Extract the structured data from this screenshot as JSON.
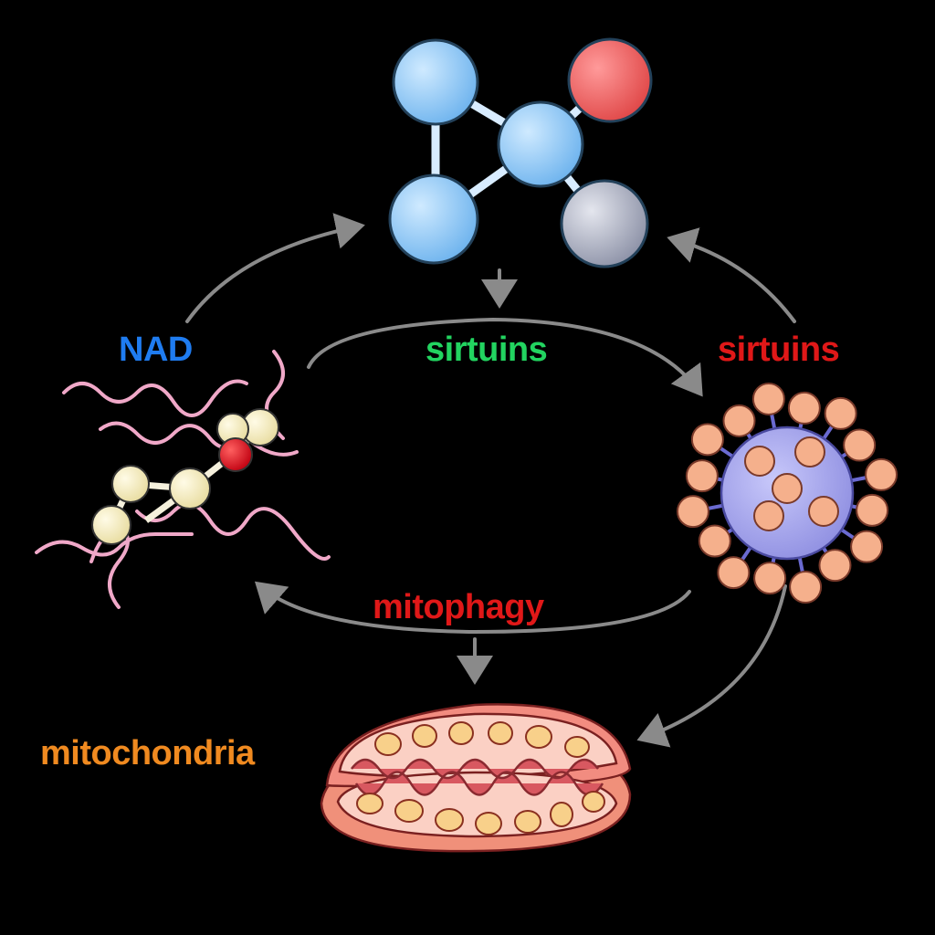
{
  "labels": {
    "nad": "NAD",
    "sirtuins_center": "sirtuins",
    "sirtuins_right": "sirtuins",
    "mitophagy": "mitophagy",
    "mitochondria": "mitochondria"
  },
  "colors": {
    "nad": "#1f7cf0",
    "sirtuins_center": "#22d460",
    "sirtuins_right": "#e01818",
    "mitophagy": "#e01818",
    "mitochondria": "#f08a20",
    "arrow": "#8a8a8a"
  }
}
